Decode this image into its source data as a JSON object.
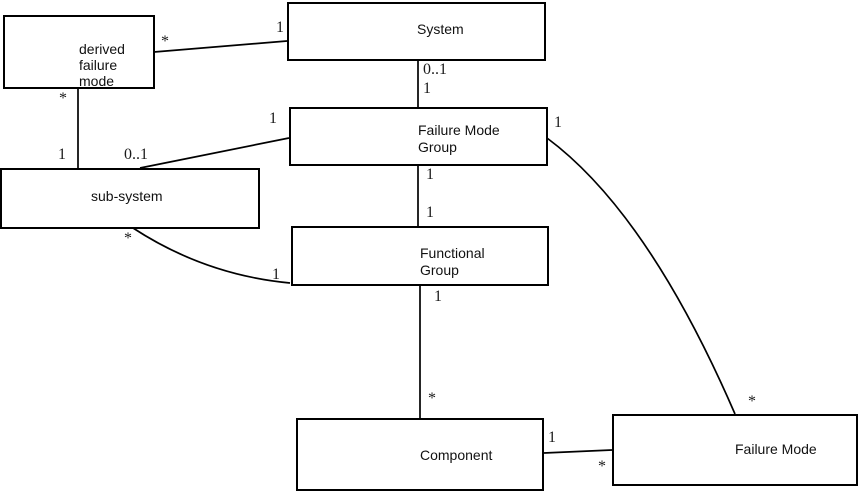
{
  "colors": {
    "background": "#ffffff",
    "line": "#000000",
    "text": "#111111"
  },
  "entities": {
    "derived_failure_mode": {
      "label": "derived\nfailure\nmode"
    },
    "system": {
      "label": "System"
    },
    "failure_mode_group": {
      "label": "Failure Mode\nGroup"
    },
    "sub_system": {
      "label": "sub-system"
    },
    "functional_group": {
      "label": "Functional\nGroup"
    },
    "component": {
      "label": "Component"
    },
    "failure_mode": {
      "label": "Failure Mode"
    }
  },
  "associations": [
    {
      "from": "derived failure mode",
      "to": "System",
      "from_multiplicity": "*",
      "to_multiplicity": "1"
    },
    {
      "from": "derived failure mode",
      "to": "sub-system",
      "from_multiplicity": "*",
      "to_multiplicity": "1"
    },
    {
      "from": "System",
      "to": "Failure Mode Group",
      "from_multiplicity": "0..1",
      "to_multiplicity": "1"
    },
    {
      "from": "Failure Mode Group",
      "to": "sub-system",
      "from_multiplicity": "1",
      "to_multiplicity": "0..1"
    },
    {
      "from": "Failure Mode Group",
      "to": "Functional Group",
      "from_multiplicity": "1",
      "to_multiplicity": "1"
    },
    {
      "from": "Failure Mode Group",
      "to": "Failure Mode",
      "from_multiplicity": "1",
      "to_multiplicity": "*"
    },
    {
      "from": "sub-system",
      "to": "Functional Group",
      "from_multiplicity": "*",
      "to_multiplicity": "1"
    },
    {
      "from": "Functional Group",
      "to": "Component",
      "from_multiplicity": "1",
      "to_multiplicity": "*"
    },
    {
      "from": "Component",
      "to": "Failure Mode",
      "from_multiplicity": "1",
      "to_multiplicity": "*"
    }
  ]
}
